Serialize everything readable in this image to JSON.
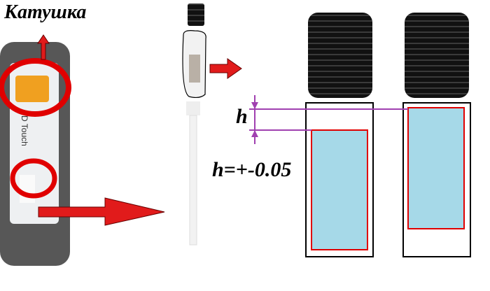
{
  "title": "Катушка",
  "sensor_label": "D Touch",
  "h_label": "h",
  "tolerance_label": "h=+-0.05",
  "colors": {
    "arrow": "#e11b1b",
    "circle": "#e00000",
    "dimension": "#a040b0",
    "fill": "#a6d9e8"
  }
}
